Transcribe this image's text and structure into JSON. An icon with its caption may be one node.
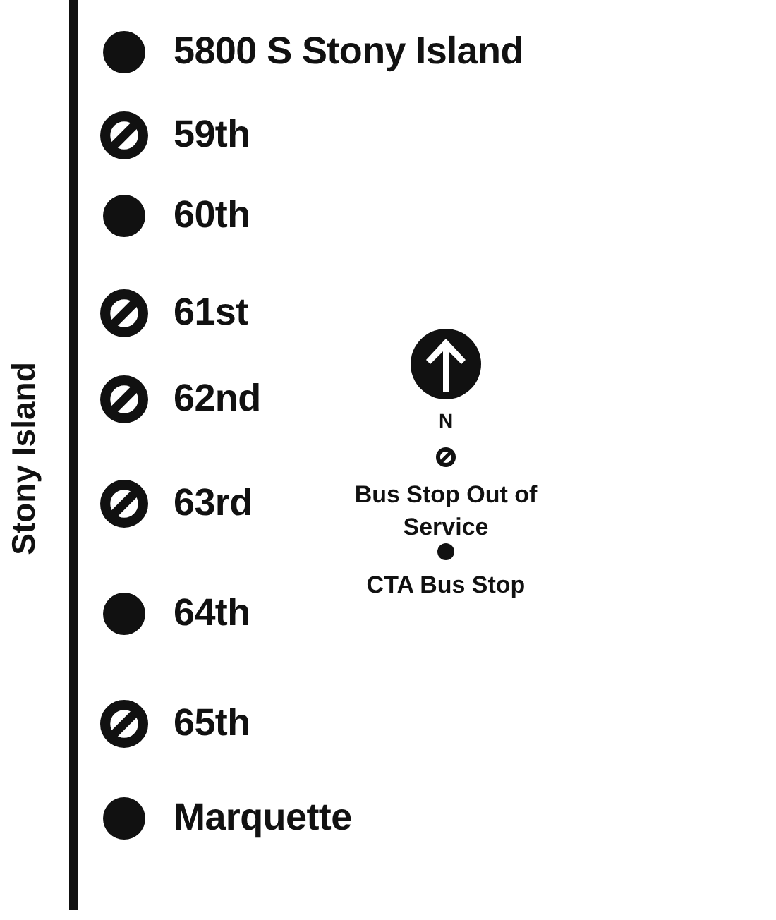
{
  "diagram": {
    "nodes": [
      {
        "text": [],
        "shape": "circle",
        "beside": [
          "5800 S Stony Island"
        ]
      },
      {
        "text": [],
        "shape": "prohibition",
        "beside": [
          "59th"
        ]
      },
      {
        "text": [],
        "shape": "circle",
        "beside": [
          "60th"
        ]
      },
      {
        "text": [],
        "shape": "prohibition",
        "beside": [
          "61st"
        ]
      },
      {
        "text": [],
        "shape": "prohibition",
        "beside": [
          "62nd"
        ]
      },
      {
        "text": [],
        "shape": "prohibition",
        "beside": [
          "63rd"
        ]
      },
      {
        "text": [],
        "shape": "circle",
        "beside": [
          "64th"
        ]
      },
      {
        "text": [],
        "shape": "prohibition",
        "beside": [
          "65th"
        ]
      },
      {
        "text": [],
        "shape": "circle",
        "beside": [
          "Marquette"
        ]
      }
    ],
    "labels": [
      "Stony Island",
      "N"
    ],
    "legend": [
      {
        "text": "Bus Stop Out of Service"
      },
      {
        "text": "CTA Bus Stop"
      }
    ]
  }
}
